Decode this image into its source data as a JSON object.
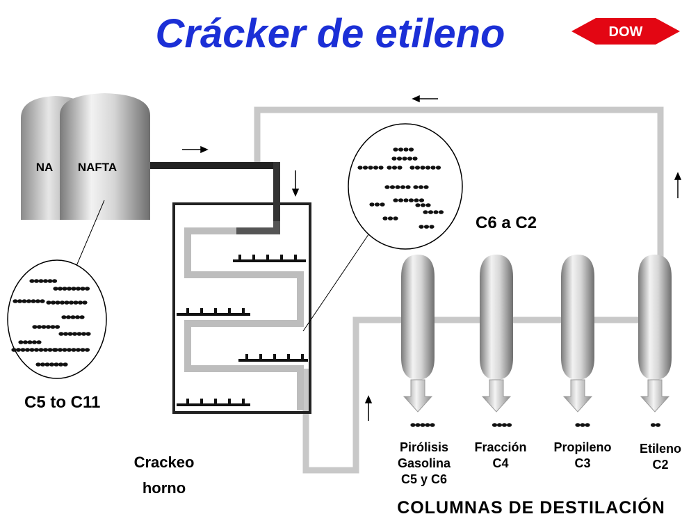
{
  "title": "Cráaaaaaacker de etileno",
  "logo": {
    "text": "DOW",
    "color": "#e30613"
  },
  "tanks": {
    "back_label": "NA",
    "front_label": "NAFTA"
  },
  "labels": {
    "naphtha_range": "C5 to C11",
    "cracked_range": "C6 a C2",
    "furnace_line1": "Crackeo",
    "furnace_line2": "horno",
    "columns_title": "COLUMNAS DE DESTILACIÓN"
  },
  "products": [
    {
      "lines": [
        "Pirólisis",
        "Gasolina",
        "C5 y C6"
      ],
      "molecule_atoms": 5
    },
    {
      "lines": [
        "Fracción",
        "C4"
      ],
      "molecule_atoms": 4
    },
    {
      "lines": [
        "Propileno",
        "C3"
      ],
      "molecule_atoms": 3
    },
    {
      "lines": [
        "Etileno",
        "C2"
      ],
      "molecule_atoms": 2
    }
  ],
  "colors": {
    "title": "#1b2fd6",
    "pipe_light": "#c8c8c8",
    "pipe_dark": "#222222"
  }
}
